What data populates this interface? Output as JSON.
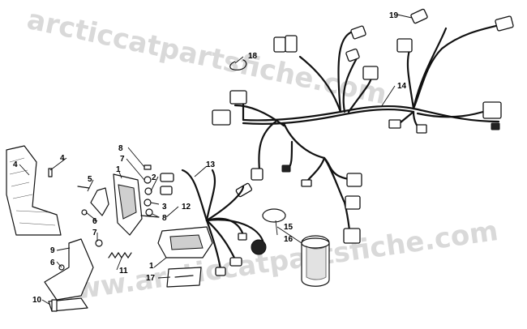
{
  "watermark": {
    "text_top": "arcticcatpartsfiche.com",
    "text_bottom": "www.arcticcatpartsfiche.com"
  },
  "callouts": [
    {
      "id": "c1a",
      "label": "1"
    },
    {
      "id": "c1b",
      "label": "1"
    },
    {
      "id": "c2",
      "label": "2"
    },
    {
      "id": "c3",
      "label": "3"
    },
    {
      "id": "c4a",
      "label": "4"
    },
    {
      "id": "c4b",
      "label": "4"
    },
    {
      "id": "c5",
      "label": "5"
    },
    {
      "id": "c6a",
      "label": "6"
    },
    {
      "id": "c6b",
      "label": "6"
    },
    {
      "id": "c7a",
      "label": "7"
    },
    {
      "id": "c7b",
      "label": "7"
    },
    {
      "id": "c8a",
      "label": "8"
    },
    {
      "id": "c8b",
      "label": "8"
    },
    {
      "id": "c9",
      "label": "9"
    },
    {
      "id": "c10",
      "label": "10"
    },
    {
      "id": "c11",
      "label": "11"
    },
    {
      "id": "c12",
      "label": "12"
    },
    {
      "id": "c13",
      "label": "13"
    },
    {
      "id": "c14",
      "label": "14"
    },
    {
      "id": "c15",
      "label": "15"
    },
    {
      "id": "c16",
      "label": "16"
    },
    {
      "id": "c17",
      "label": "17"
    },
    {
      "id": "c18",
      "label": "18"
    },
    {
      "id": "c19",
      "label": "19"
    }
  ]
}
